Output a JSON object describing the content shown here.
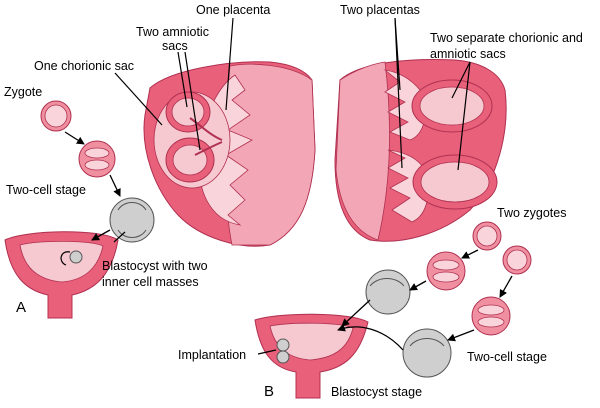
{
  "labels": {
    "one_placenta": "One placenta",
    "two_amniotic_l1": "Two amniotic",
    "two_amniotic_l2": "sacs",
    "one_chorionic_sac": "One chorionic sac",
    "zygote": "Zygote",
    "two_cell_stage_a": "Two-cell stage",
    "blastocyst_two_l1": "Blastocyst with two",
    "blastocyst_two_l2": "inner cell masses",
    "panel_a": "A",
    "two_placentas": "Two placentas",
    "two_separate_l1": "Two separate chorionic and",
    "two_separate_l2": "amniotic sacs",
    "two_zygotes": "Two zygotes",
    "two_cell_stage_b": "Two-cell stage",
    "implantation": "Implantation",
    "panel_b": "B",
    "blastocyst_stage": "Blastocyst stage"
  }
}
